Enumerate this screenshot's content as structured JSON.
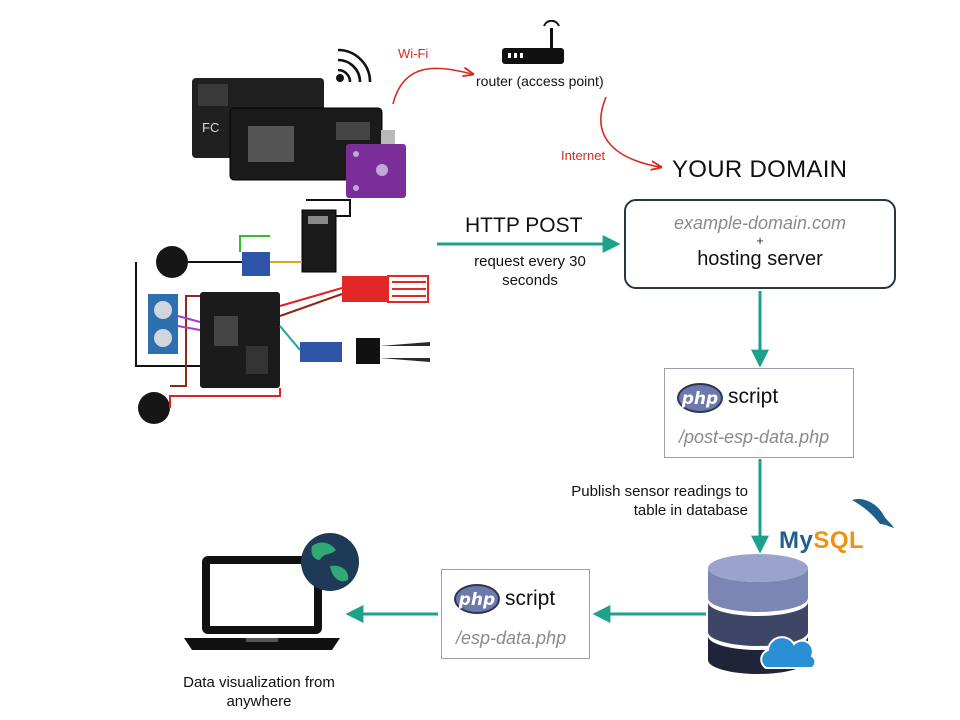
{
  "wifi": {
    "label": "Wi-Fi"
  },
  "router": {
    "label": "router (access point)"
  },
  "internet": {
    "label": "Internet"
  },
  "domain": {
    "title": "YOUR DOMAIN",
    "url": "example-domain.com",
    "plus": "+",
    "hosting": "hosting server"
  },
  "http": {
    "method": "HTTP POST",
    "request_text": "request every 30 seconds"
  },
  "post_script": {
    "badge": "php",
    "label": "script",
    "path": "/post-esp-data.php"
  },
  "publish": {
    "text": "Publish sensor readings to table in database"
  },
  "mysql": {
    "my": "My",
    "sql": "SQL",
    "logo_name": "mysql-dolphin-logo"
  },
  "view_script": {
    "badge": "php",
    "label": "script",
    "path": "/esp-data.php"
  },
  "visualization": {
    "text": "Data visualization from anywhere"
  },
  "colors": {
    "arrow_teal": "#1ea18a",
    "wifi_red": "#d62a1f",
    "box_border": "#2b3642",
    "php_badge": "#6d78ac",
    "db_blue": "#7c86b4",
    "cloud_blue": "#2b8fd6"
  }
}
